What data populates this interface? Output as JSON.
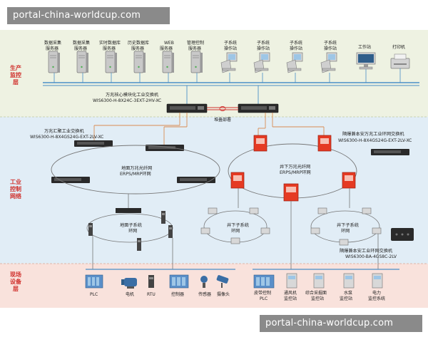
{
  "watermark_top": "portal-china-worldcup.com",
  "watermark_bottom": "portal-china-worldcup.com",
  "layers": {
    "production": [
      "生产",
      "监控",
      "层"
    ],
    "industrial": [
      "工业",
      "控制",
      "网络"
    ],
    "field": [
      "现场",
      "设备",
      "层"
    ]
  },
  "servers": [
    [
      "数据采集",
      "服务器"
    ],
    [
      "数据采集",
      "服务器"
    ],
    [
      "实时数据库",
      "服务器"
    ],
    [
      "历史数据库",
      "服务器"
    ],
    [
      "WEB",
      "服务器"
    ],
    [
      "管理控制",
      "服务器"
    ]
  ],
  "operator_stations": [
    [
      "子系统",
      "操作站"
    ],
    [
      "子系统",
      "操作站"
    ],
    [
      "子系统",
      "操作站"
    ],
    [
      "子系统",
      "操作站"
    ]
  ],
  "workstation": "工作站",
  "printer": "打印机",
  "core_switch": {
    "title": "万兆核心模块化工业交换机",
    "model": "WIS6300-H-8X24C-3EXT-2HV-XC"
  },
  "stack_label": "堆叠部署",
  "agg_switch": {
    "title": "万兆汇聚工业交换机",
    "model": "WIS6300-H-8X4GS24G-EXT-2LV-XC"
  },
  "ex_switch": {
    "title": "隔爆兼本安万兆工业环网交换机",
    "model": "WIS6300-H-8X4GS24G-EXT-2LV-XC"
  },
  "ground_ring": [
    "地面万兆光纤网",
    "ERPS/MRP环网"
  ],
  "underground_ring": [
    "井下万兆光纤网",
    "ERPS/MRP环网"
  ],
  "ground_subring": [
    "地面子系统",
    "环网"
  ],
  "underground_subring1": [
    "井下子系统",
    "环网"
  ],
  "underground_subring2": [
    "井下子系统",
    "环网"
  ],
  "ex_ring_switch": {
    "title": "隔爆兼本安工业环网交换机",
    "model": "WIS6300-BA-4GS8C-2LV"
  },
  "field_devices": {
    "plc": "PLC",
    "motor": "电机",
    "rtu": "RTU",
    "controller": "控制器",
    "sensor": "传感器",
    "camera": "摄像头",
    "belt": [
      "皮带控制",
      "PLC"
    ],
    "ventilation": [
      "通风机",
      "监控站"
    ],
    "mining": [
      "综合采掘面",
      "监控站"
    ],
    "pump": [
      "水泵",
      "监控站"
    ],
    "power": [
      "电力",
      "监控系统"
    ]
  }
}
